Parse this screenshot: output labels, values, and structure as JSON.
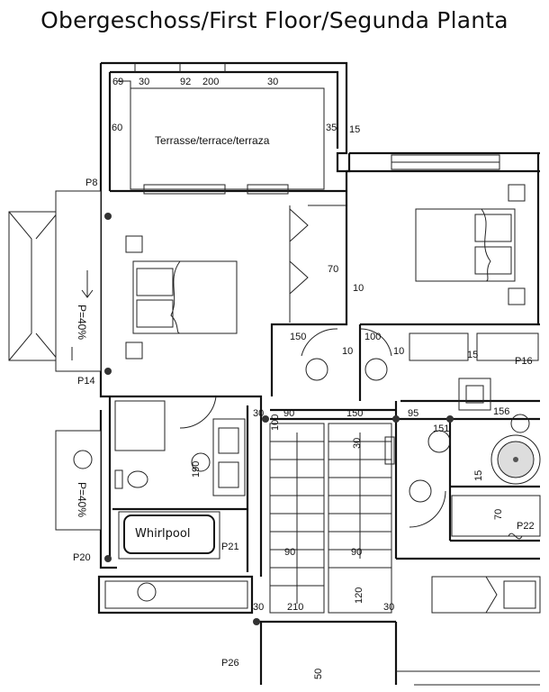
{
  "title": "Obergeschoss/First Floor/Segunda Planta",
  "rooms": {
    "terrace_label": "Terrasse/terrace/terraza",
    "whirlpool_label": "Whirlpool"
  },
  "slopes": {
    "left_top": "P=40%",
    "left_bottom": "P=40%"
  },
  "markers": {
    "p8": "P8",
    "p14": "P14",
    "p16": "P16",
    "p20": "P20",
    "p21": "P21",
    "p22": "P22",
    "p26": "P26"
  },
  "dimensions": {
    "d69": "69",
    "d30a": "30",
    "d92": "92",
    "d200": "200",
    "d30b": "30",
    "d60": "60",
    "d35": "35",
    "d15a": "15",
    "d70a": "70",
    "d10a": "10",
    "d150a": "150",
    "d10b": "10",
    "d100a": "100",
    "d10c": "10",
    "d15b": "15",
    "d156": "156",
    "d100b": "100",
    "d30c": "30",
    "d90a": "90",
    "d150b": "150",
    "d95": "95",
    "d151": "151",
    "d190": "190",
    "d30d": "30",
    "d15c": "15",
    "d70b": "70",
    "d90b": "90",
    "d90c": "90",
    "d30e": "30",
    "d210": "210",
    "d120": "120",
    "d30f": "30",
    "d50": "50"
  }
}
